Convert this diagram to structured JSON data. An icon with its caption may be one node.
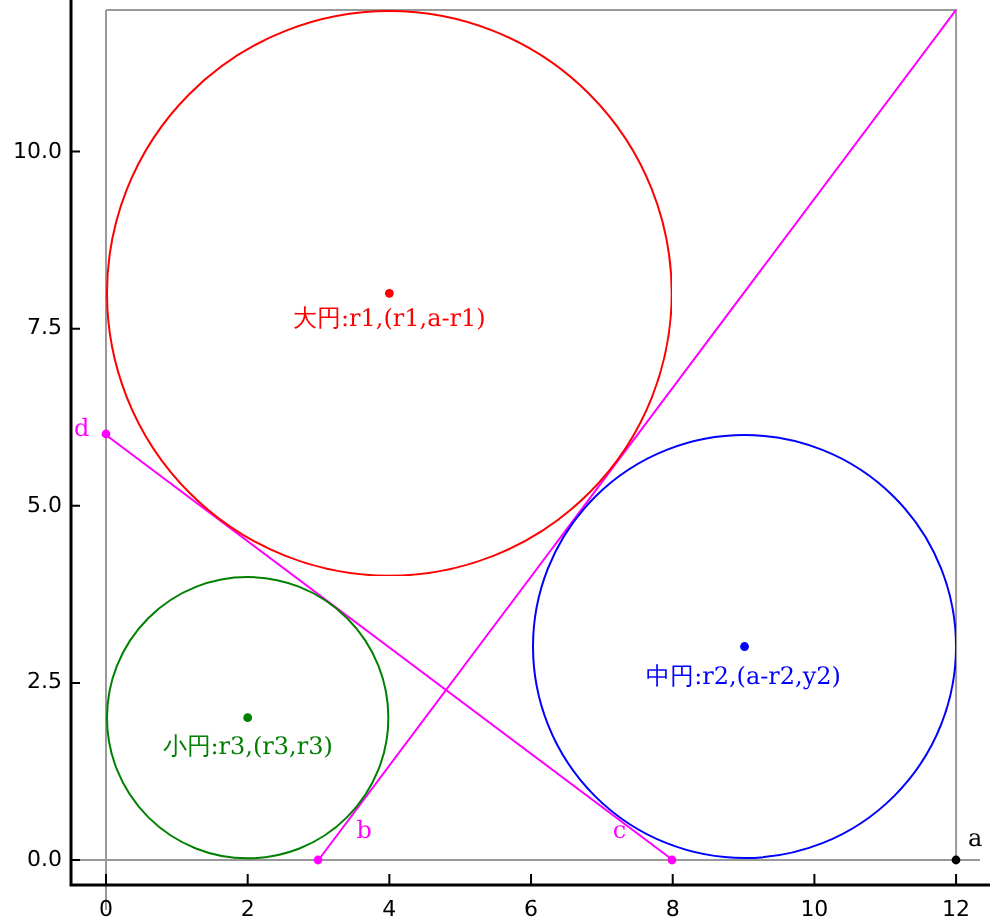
{
  "diagram": {
    "nodes": [
      {
        "text": [
          "大円:r1,(r1,a-r1)"
        ]
      },
      {
        "text": [
          "中円:r2,(a-r2,y2)"
        ]
      },
      {
        "text": [
          "小円:r3,(r3,r3)"
        ]
      },
      {
        "text": [
          "d"
        ]
      },
      {
        "text": [
          "b"
        ]
      },
      {
        "text": [
          "c"
        ]
      },
      {
        "text": [
          "a"
        ]
      }
    ],
    "edges": [
      {
        "from": 3,
        "to": 5,
        "arrow": "none"
      },
      {
        "from": 4,
        "to": null,
        "arrow": "none"
      }
    ],
    "labels": [
      "10.0",
      "7.5",
      "5.0",
      "2.5",
      "0.0",
      "0",
      "2",
      "4",
      "6",
      "8",
      "10",
      "12"
    ]
  }
}
